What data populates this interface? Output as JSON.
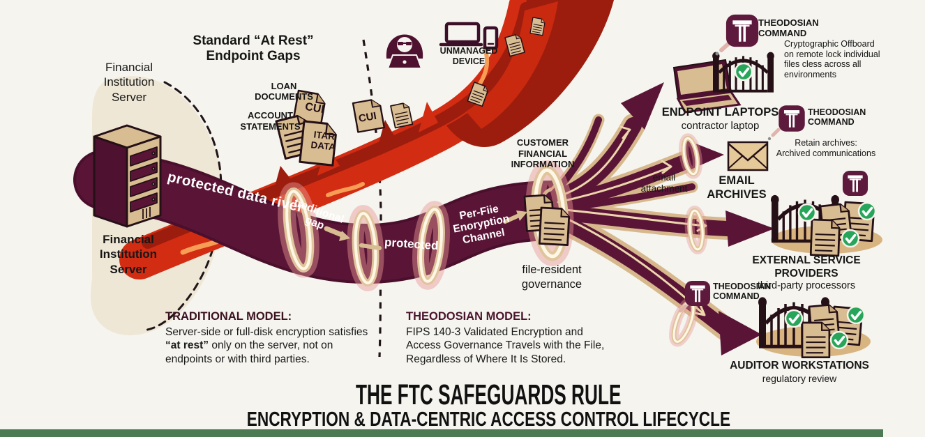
{
  "colors": {
    "background": "#f5f4ee",
    "river_maroon": "#5a1536",
    "fire_red": "#d22c12",
    "fire_dark_red": "#9c1d0e",
    "fire_orange": "#f79d55",
    "doc_tan": "#d9bd92",
    "ring_cream": "#dfc49c",
    "check_green": "#27a55b",
    "badge_maroon": "#5e1a3c",
    "footer_green": "#4c7a52"
  },
  "server": {
    "label_top": "Financial\nInstitution\nServer",
    "label_bottom": "Financial\nInstitution\nServer"
  },
  "gaps": {
    "heading": "Standard “At Rest”\nEndpoint Gaps",
    "loan_documents": "LOAN\nDOCUMENTS",
    "account_statements": "ACCOUNT\nSTATEMENTS",
    "unmanaged_device": "UNMANAGED\nDEVICE",
    "cui_a": "CUI",
    "cui_b": "CUI",
    "itar": "ITAR\nDATA"
  },
  "river": {
    "protected_data_river": "protected data river",
    "traditional_gap": "traditional\ngap",
    "protected": "protected",
    "per_file_channel": "Per-Fiie\nEnoryption\nChannel",
    "customer_financial_information": "CUSTOMER\nFINANCIAL\nINFORMATION",
    "file_resident_governance": "file-resident\ngovernance"
  },
  "destinations": {
    "endpoint": {
      "title": "ENDPOINT LAPTOPS",
      "subtitle": "contractor laptop"
    },
    "email": {
      "title": "EMAIL ARCHIVES",
      "stream_label": "email\nattachment"
    },
    "external": {
      "title": "EXTERNAL SERVICE PROVIDERS",
      "subtitle": "third-party processors"
    },
    "auditor": {
      "title": "AUDITOR WORKSTATIONS",
      "subtitle": "regulatory review"
    }
  },
  "theodosian": {
    "brand": "THEODOSIAN\nCOMMAND",
    "crypto_note": "Cryptographic Offboard\non remote lock individual\nfiles cless across all\nenvironments",
    "retain_note": "Retain archives:\nArchived communications"
  },
  "models": {
    "traditional": {
      "title": "TRADITIONAL MODEL:",
      "line1": "Server-side or full-disk encryption satisfies",
      "line2_bold": "“at rest”",
      "line2_rest": " only on the server, not on",
      "line3": "endpoints or with third parties."
    },
    "theodosian": {
      "title": "THEODOSIAN MODEL:",
      "line1": "FIPS 140-3 Validated Encryption and",
      "line2": "Access Governance Travels with the File,",
      "line3": "Regardless of Where It Is Stored."
    }
  },
  "footer": {
    "title": "THE FTC SAFEGUARDS RULE",
    "subtitle": "ENCRYPTION & DATA-CENTRIC ACCESS CONTROL LIFECYCLE"
  }
}
